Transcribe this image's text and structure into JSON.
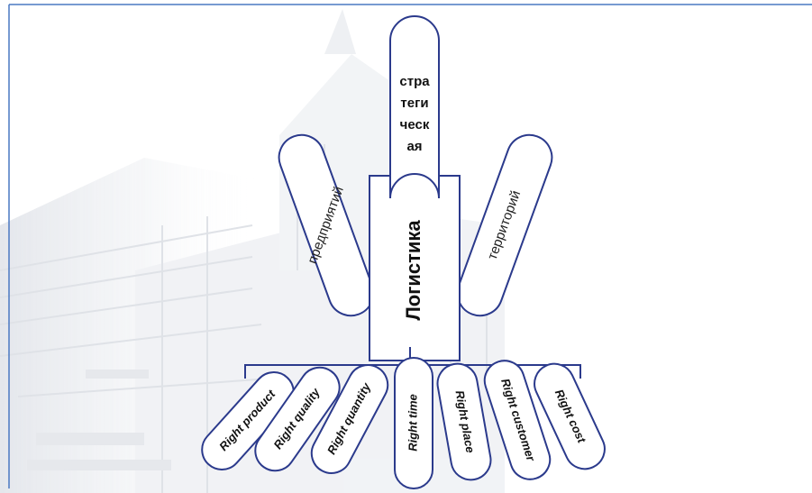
{
  "diagram": {
    "center_label": "Логистика",
    "top_label_lines": [
      "стра",
      "теги",
      "ческ",
      "ая"
    ],
    "left_label": "предприятий",
    "right_label": "территорий",
    "rights": [
      "Right product",
      "Right quality",
      "Right quantity",
      "Right time",
      "Right place",
      "Right customer",
      "Right cost"
    ]
  },
  "colors": {
    "outline": "#2b3a8c",
    "frame": "#4a78c2",
    "background_building": "#d9dde4"
  }
}
